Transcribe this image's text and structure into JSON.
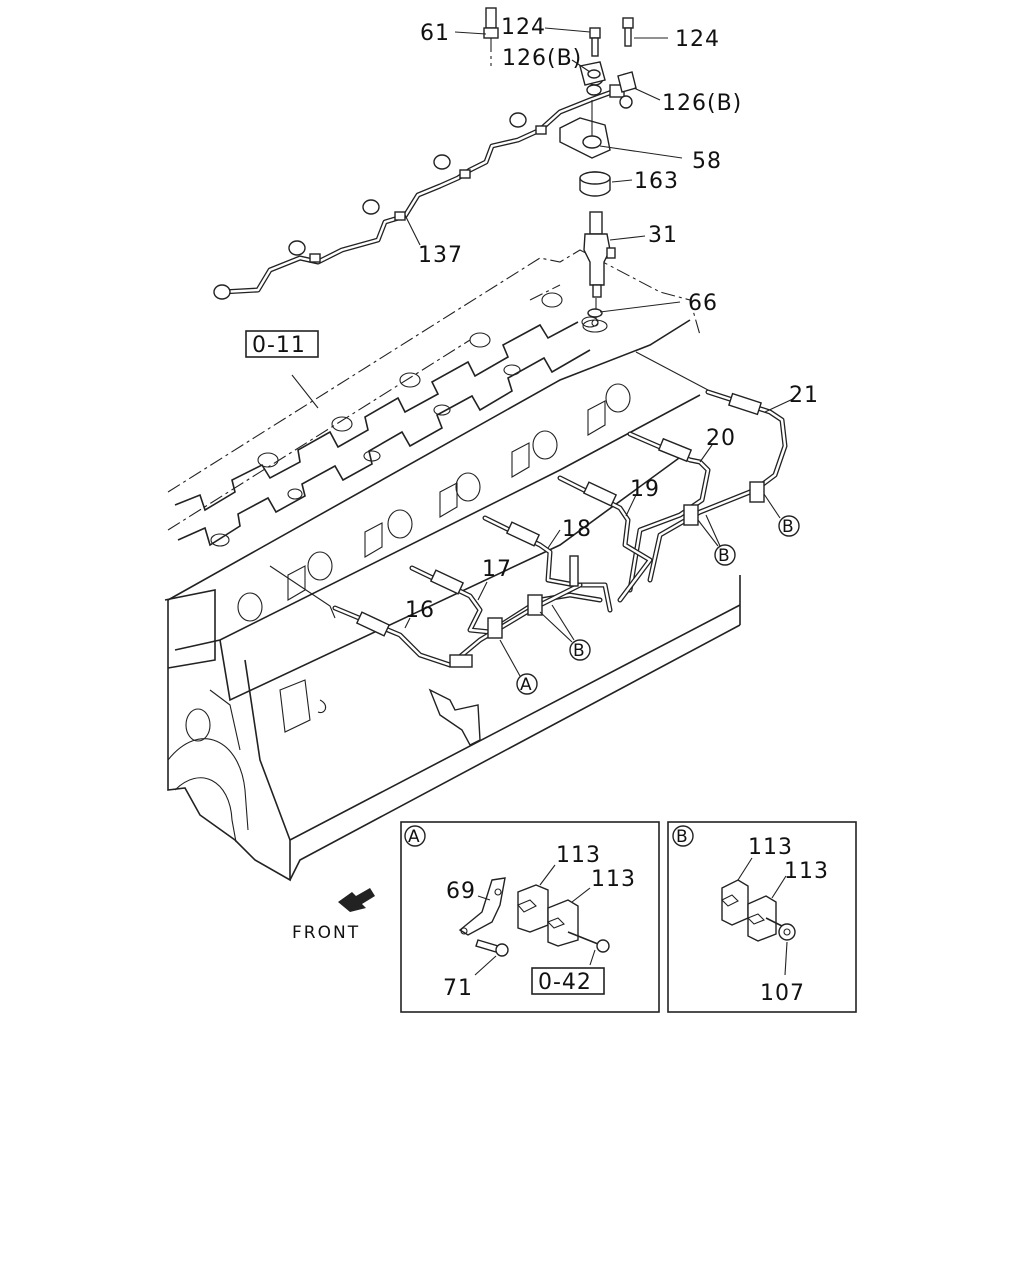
{
  "callouts": {
    "p61": "61",
    "p124a": "124",
    "p124b": "124",
    "p126a": "126(B)",
    "p126b": "126(B)",
    "p58": "58",
    "p163": "163",
    "p31": "31",
    "p137": "137",
    "p66": "66",
    "p21": "21",
    "p20": "20",
    "p19": "19",
    "p18": "18",
    "p17": "17",
    "p16": "16"
  },
  "refs": {
    "ref_0_11": "0-11",
    "ref_0_42": "0-42"
  },
  "markers": {
    "a": "A",
    "b": "B"
  },
  "front_label": "FRONT",
  "inset_a": {
    "tag": "A",
    "p69": "69",
    "p113a": "113",
    "p113b": "113",
    "p71": "71"
  },
  "inset_b": {
    "tag": "B",
    "p113a": "113",
    "p113b": "113",
    "p107": "107"
  }
}
